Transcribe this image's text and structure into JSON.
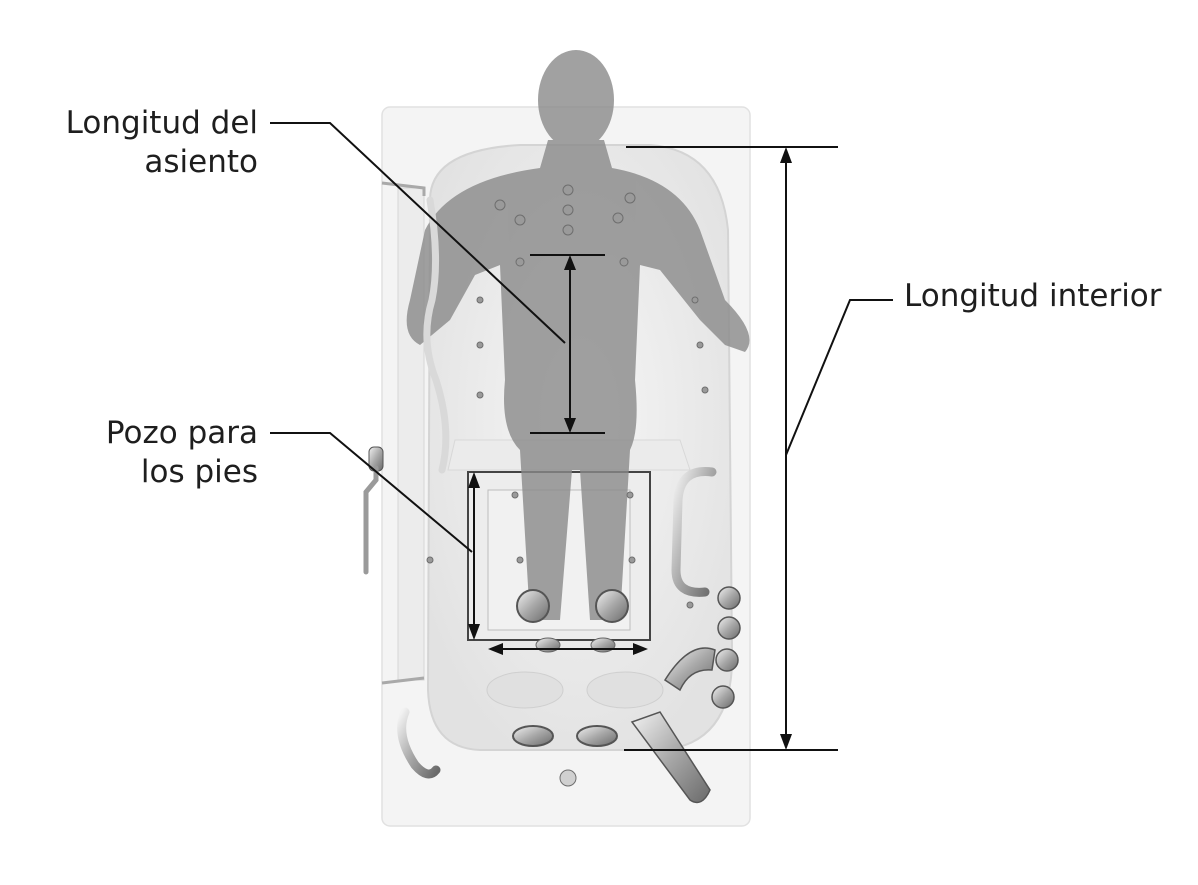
{
  "labels": {
    "seat_length": [
      "Longitud del",
      "asiento"
    ],
    "foot_well": [
      "Pozo para",
      "los pies"
    ],
    "interior_length": "Longitud interior"
  },
  "colors": {
    "tub": "#f3f3f3",
    "tub_edge": "#dcdcdc",
    "basin": "#e9e9e9",
    "silhouette": "#8a8a8a",
    "chrome": "#b9b9b9",
    "line": "#111111",
    "text": "#1e1e1e"
  }
}
